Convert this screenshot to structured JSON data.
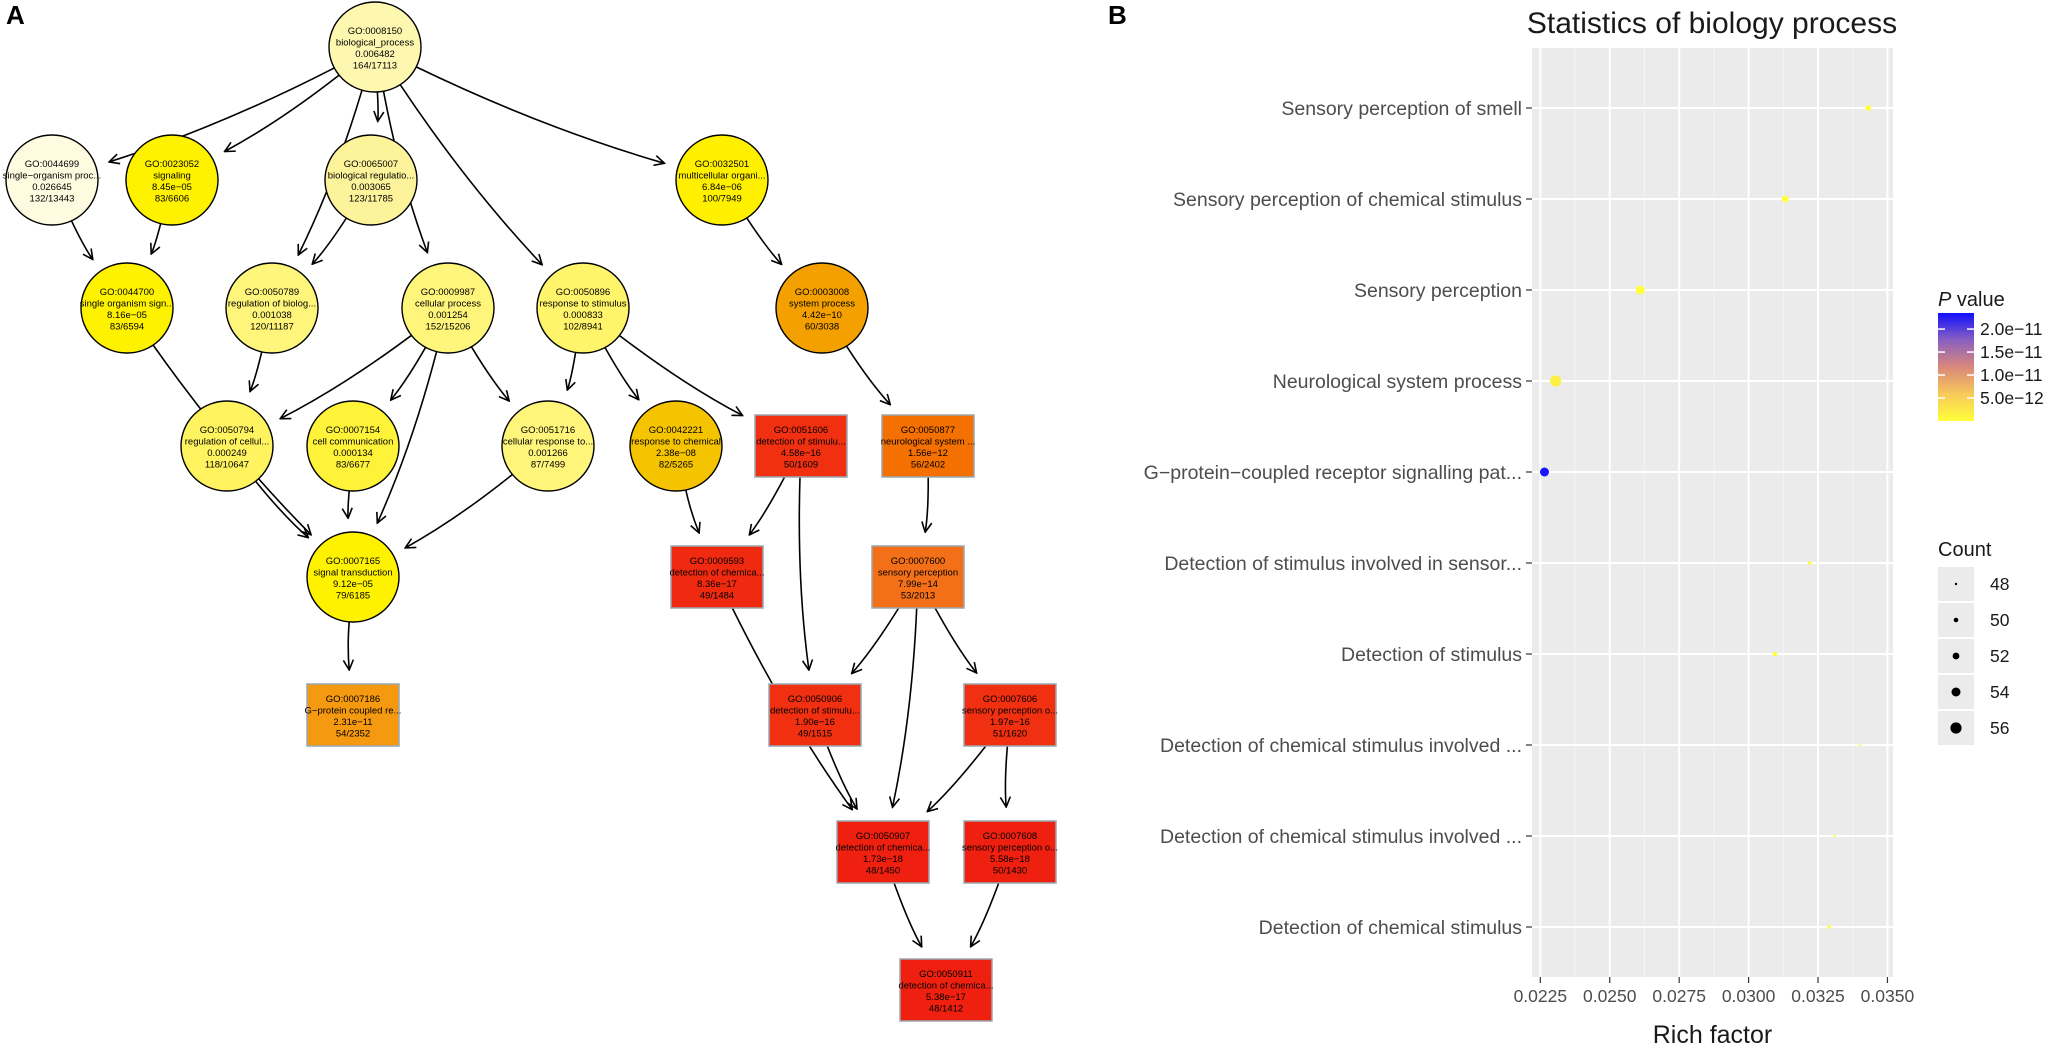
{
  "panel_a": {
    "letter": "A",
    "nodes": [
      {
        "id": "GO:0008150",
        "name": "biological_process",
        "p": "0.006482",
        "ratio": "164/17113",
        "shape": "ellipse",
        "color": "#fdf7b0"
      },
      {
        "id": "GO:0044699",
        "name": "single−organism proc...",
        "p": "0.026645",
        "ratio": "132/13443",
        "shape": "ellipse",
        "color": "#fffbe0"
      },
      {
        "id": "GO:0023052",
        "name": "signaling",
        "p": "8.45e−05",
        "ratio": "83/6606",
        "shape": "ellipse",
        "color": "#fff200"
      },
      {
        "id": "GO:0065007",
        "name": "biological regulatio...",
        "p": "0.003065",
        "ratio": "123/11785",
        "shape": "ellipse",
        "color": "#fdf39a"
      },
      {
        "id": "GO:0032501",
        "name": "multicellular organi...",
        "p": "6.84e−06",
        "ratio": "100/7949",
        "shape": "ellipse",
        "color": "#fff000"
      },
      {
        "id": "GO:0044700",
        "name": "single organism sign...",
        "p": "8.16e−05",
        "ratio": "83/6594",
        "shape": "ellipse",
        "color": "#fff200"
      },
      {
        "id": "GO:0050789",
        "name": "regulation of biolog...",
        "p": "0.001038",
        "ratio": "120/11187",
        "shape": "ellipse",
        "color": "#fff57a"
      },
      {
        "id": "GO:0009987",
        "name": "cellular process",
        "p": "0.001254",
        "ratio": "152/15206",
        "shape": "ellipse",
        "color": "#fff57a"
      },
      {
        "id": "GO:0050896",
        "name": "response to stimulus",
        "p": "0.000833",
        "ratio": "102/8941",
        "shape": "ellipse",
        "color": "#fff46a"
      },
      {
        "id": "GO:0003008",
        "name": "system process",
        "p": "4.42e−10",
        "ratio": "60/3038",
        "shape": "ellipse",
        "color": "#f3a000"
      },
      {
        "id": "GO:0050794",
        "name": "regulation of cellul...",
        "p": "0.000249",
        "ratio": "118/10647",
        "shape": "ellipse",
        "color": "#fff460"
      },
      {
        "id": "GO:0007154",
        "name": "cell communication",
        "p": "0.000134",
        "ratio": "83/6677",
        "shape": "ellipse",
        "color": "#fff33a"
      },
      {
        "id": "GO:0051716",
        "name": "cellular response to...",
        "p": "0.001266",
        "ratio": "87/7499",
        "shape": "ellipse",
        "color": "#fff57a"
      },
      {
        "id": "GO:0042221",
        "name": "response to chemical",
        "p": "2.38e−08",
        "ratio": "82/5265",
        "shape": "ellipse",
        "color": "#f5c400"
      },
      {
        "id": "GO:0051606",
        "name": "detection of stimulu...",
        "p": "4.58e−16",
        "ratio": "50/1609",
        "shape": "rect",
        "color": "#f03010"
      },
      {
        "id": "GO:0050877",
        "name": "neurological system ...",
        "p": "1.56e−12",
        "ratio": "56/2402",
        "shape": "rect",
        "color": "#f47000"
      },
      {
        "id": "GO:0007165",
        "name": "signal transduction",
        "p": "9.12e−05",
        "ratio": "79/6185",
        "shape": "ellipse",
        "color": "#fff200"
      },
      {
        "id": "GO:0009593",
        "name": "detection of chemica...",
        "p": "8.36e−17",
        "ratio": "49/1484",
        "shape": "rect",
        "color": "#f02a10"
      },
      {
        "id": "GO:0007600",
        "name": "sensory perception",
        "p": "7.99e−14",
        "ratio": "53/2013",
        "shape": "rect",
        "color": "#f37018"
      },
      {
        "id": "GO:0007186",
        "name": "G−protein coupled re...",
        "p": "2.31e−11",
        "ratio": "54/2352",
        "shape": "rect",
        "color": "#f59a10"
      },
      {
        "id": "GO:0050906",
        "name": "detection of stimulu...",
        "p": "1.90e−16",
        "ratio": "49/1515",
        "shape": "rect",
        "color": "#f03010"
      },
      {
        "id": "GO:0007606",
        "name": "sensory perception o...",
        "p": "1.97e−16",
        "ratio": "51/1620",
        "shape": "rect",
        "color": "#f03010"
      },
      {
        "id": "GO:0050907",
        "name": "detection of chemica...",
        "p": "1.73e−18",
        "ratio": "48/1450",
        "shape": "rect",
        "color": "#ef2010"
      },
      {
        "id": "GO:0007608",
        "name": "sensory perception o...",
        "p": "5.58e−18",
        "ratio": "50/1430",
        "shape": "rect",
        "color": "#ef2010"
      },
      {
        "id": "GO:0050911",
        "name": "detection of chemica...",
        "p": "5.38e−17",
        "ratio": "48/1412",
        "shape": "rect",
        "color": "#ef2010"
      }
    ],
    "edges": [
      [
        "GO:0008150",
        "GO:0044699"
      ],
      [
        "GO:0008150",
        "GO:0023052"
      ],
      [
        "GO:0008150",
        "GO:0065007"
      ],
      [
        "GO:0008150",
        "GO:0050789"
      ],
      [
        "GO:0008150",
        "GO:0009987"
      ],
      [
        "GO:0008150",
        "GO:0050896"
      ],
      [
        "GO:0008150",
        "GO:0032501"
      ],
      [
        "GO:0044699",
        "GO:0044700"
      ],
      [
        "GO:0023052",
        "GO:0044700"
      ],
      [
        "GO:0065007",
        "GO:0050789"
      ],
      [
        "GO:0032501",
        "GO:0003008"
      ],
      [
        "GO:0050789",
        "GO:0050794"
      ],
      [
        "GO:0009987",
        "GO:0050794"
      ],
      [
        "GO:0009987",
        "GO:0007154"
      ],
      [
        "GO:0009987",
        "GO:0051716"
      ],
      [
        "GO:0009987",
        "GO:0007165"
      ],
      [
        "GO:0050896",
        "GO:0051716"
      ],
      [
        "GO:0050896",
        "GO:0042221"
      ],
      [
        "GO:0050896",
        "GO:0051606"
      ],
      [
        "GO:0003008",
        "GO:0050877"
      ],
      [
        "GO:0044700",
        "GO:0007165"
      ],
      [
        "GO:0050794",
        "GO:0007165"
      ],
      [
        "GO:0007154",
        "GO:0007165"
      ],
      [
        "GO:0051716",
        "GO:0007165"
      ],
      [
        "GO:0042221",
        "GO:0009593"
      ],
      [
        "GO:0051606",
        "GO:0009593"
      ],
      [
        "GO:0051606",
        "GO:0050906"
      ],
      [
        "GO:0050877",
        "GO:0007600"
      ],
      [
        "GO:0007165",
        "GO:0007186"
      ],
      [
        "GO:0007600",
        "GO:0050906"
      ],
      [
        "GO:0007600",
        "GO:0007606"
      ],
      [
        "GO:0007600",
        "GO:0050907"
      ],
      [
        "GO:0009593",
        "GO:0050907"
      ],
      [
        "GO:0050906",
        "GO:0050907"
      ],
      [
        "GO:0007606",
        "GO:0050907"
      ],
      [
        "GO:0007606",
        "GO:0007608"
      ],
      [
        "GO:0050907",
        "GO:0050911"
      ],
      [
        "GO:0007608",
        "GO:0050911"
      ]
    ]
  },
  "panel_b": {
    "letter": "B"
  },
  "chart_data": {
    "type": "scatter",
    "title": "Statistics of biology process",
    "xlabel": "Rich factor",
    "ylabel": "",
    "xlim": [
      0.0222,
      0.0352
    ],
    "x_ticks": [
      "0.0225",
      "0.0250",
      "0.0275",
      "0.0300",
      "0.0325",
      "0.0350"
    ],
    "x_tick_values": [
      0.0225,
      0.025,
      0.0275,
      0.03,
      0.0325,
      0.035
    ],
    "grid": true,
    "background": "#ebebeb",
    "categories": [
      "Sensory perception of smell",
      "Sensory perception of chemical stimulus",
      "Sensory perception",
      "Neurological system process",
      "G−protein−coupled receptor signalling pat...",
      "Detection of stimulus involved in sensor...",
      "Detection of stimulus",
      "Detection of chemical stimulus involved ...",
      "Detection of chemical stimulus involved ...",
      "Detection of chemical stimulus"
    ],
    "points": [
      {
        "x": 0.03431,
        "count": 51,
        "p_value": 2e-18
      },
      {
        "x": 0.03132,
        "count": 52,
        "p_value": 5e-17
      },
      {
        "x": 0.0261,
        "count": 54,
        "p_value": 8e-14
      },
      {
        "x": 0.02305,
        "count": 56,
        "p_value": 1.6e-12
      },
      {
        "x": 0.02265,
        "count": 54,
        "p_value": 2.3e-11
      },
      {
        "x": 0.0322,
        "count": 49,
        "p_value": 2e-16
      },
      {
        "x": 0.03095,
        "count": 50,
        "p_value": 5e-16
      },
      {
        "x": 0.034,
        "count": 48,
        "p_value": 1.8e-16
      },
      {
        "x": 0.0331,
        "count": 48,
        "p_value": 1.7e-18
      },
      {
        "x": 0.0329,
        "count": 49,
        "p_value": 8e-17
      }
    ],
    "legend": {
      "placement": "right",
      "color_title_italic": "P",
      "color_title_rest": " value",
      "color_ticks": [
        "2.0e−11",
        "1.5e−11",
        "1.0e−11",
        "5.0e−12"
      ],
      "color_tick_values": [
        2e-11,
        1.5e-11,
        1e-11,
        5e-12
      ],
      "color_range": [
        1e-18,
        2.35e-11
      ],
      "color_low": "#ffff3a",
      "color_high": "#1010ff",
      "size_title": "Count",
      "size_ticks": [
        "48",
        "50",
        "52",
        "54",
        "56"
      ],
      "size_tick_values": [
        48,
        50,
        52,
        54,
        56
      ]
    }
  }
}
